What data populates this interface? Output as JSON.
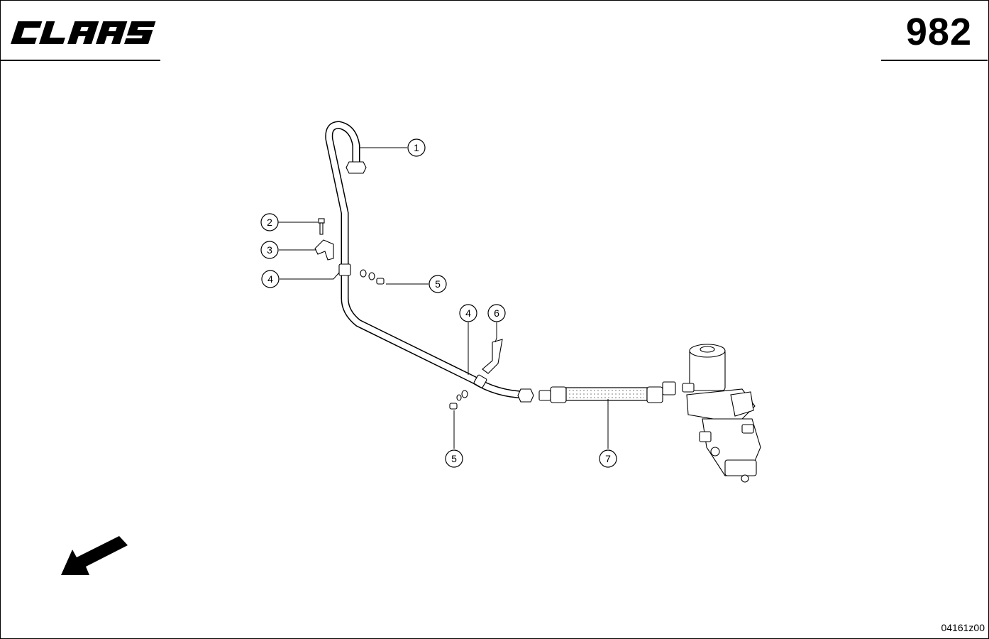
{
  "header": {
    "logo_text": "CLAAS",
    "page_number": "982"
  },
  "drawing": {
    "drawing_id": "04161z00",
    "callouts": [
      {
        "label": "1"
      },
      {
        "label": "2"
      },
      {
        "label": "3"
      },
      {
        "label": "4"
      },
      {
        "label": "5"
      },
      {
        "label": "4"
      },
      {
        "label": "6"
      },
      {
        "label": "5"
      },
      {
        "label": "7"
      }
    ],
    "orientation_arrow_icon": "arrow-down-left-icon"
  }
}
